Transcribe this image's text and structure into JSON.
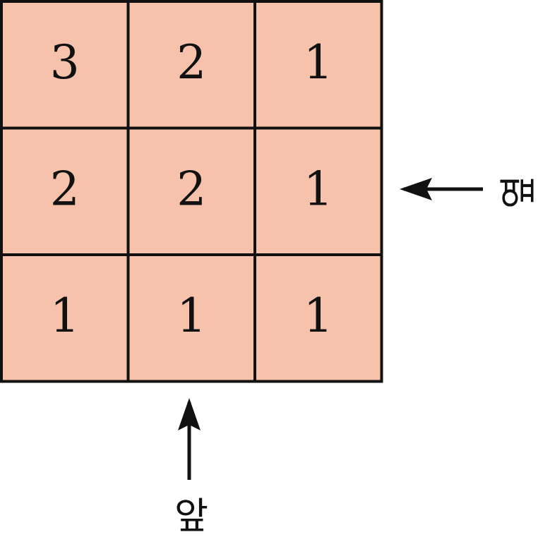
{
  "grid": {
    "rows": [
      [
        "3",
        "2",
        "1"
      ],
      [
        "2",
        "2",
        "1"
      ],
      [
        "1",
        "1",
        "1"
      ]
    ],
    "fill_color": "#f7c2ab",
    "line_color": "#111111"
  },
  "labels": {
    "side": "옆",
    "front": "앞"
  }
}
